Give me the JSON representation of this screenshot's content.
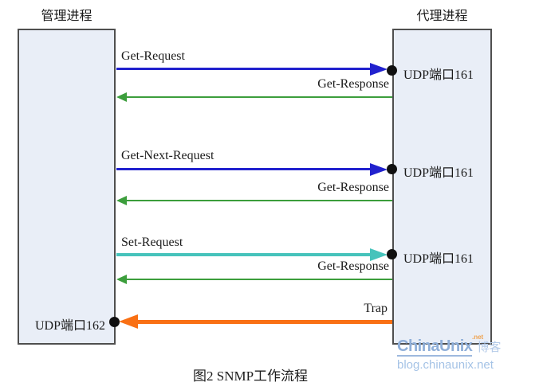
{
  "titles": {
    "left": "管理进程",
    "right": "代理进程"
  },
  "caption": "图2 SNMP工作流程",
  "rows": [
    {
      "label": "Get-Request",
      "port": "UDP端口161"
    },
    {
      "label": "Get-Response"
    },
    {
      "label": "Get-Next-Request",
      "port": "UDP端口161"
    },
    {
      "label": "Get-Response"
    },
    {
      "label": "Set-Request",
      "port": "UDP端口161"
    },
    {
      "label": "Get-Response"
    },
    {
      "label": "Trap",
      "port": "UDP端口162"
    }
  ],
  "colors": {
    "request_blue": "#2121CE",
    "response_green": "#3C9E3C",
    "set_cyan": "#46C3BB",
    "trap_orange": "#F97014",
    "box_fill": "#E9EEF7",
    "box_border": "#4F4F4F"
  },
  "watermark": {
    "brand": "ChinaUnix",
    "brand_sup": ".net",
    "brand_suffix": "博客",
    "url": "blog.chinaunix.net"
  }
}
